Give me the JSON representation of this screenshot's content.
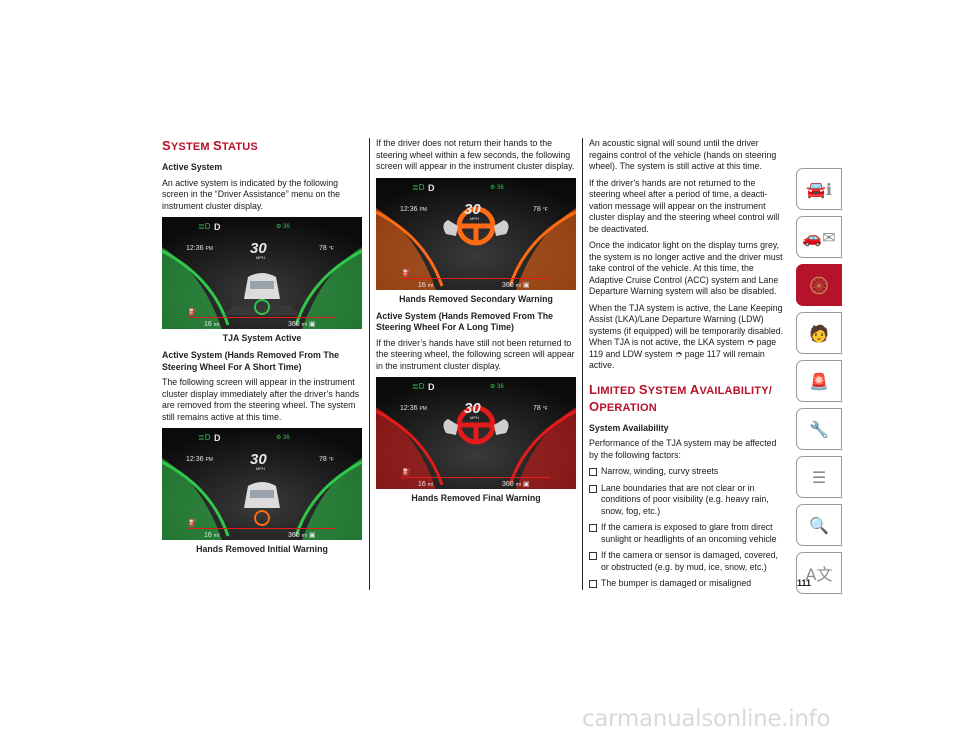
{
  "col1": {
    "section_title_cap1": "S",
    "section_title_rest1": "YSTEM ",
    "section_title_cap2": "S",
    "section_title_rest2": "TATUS",
    "sub_active": "Active System",
    "p_active": "An active system is indicated by the following screen in the “Driver Assistance” menu on the instrument cluster display.",
    "caption1": "TJA System Active",
    "sub_short": "Active System (Hands Removed From The Steering Wheel For A Short Time)",
    "p_short": "The following screen will appear in the instrument cluster display immediately after the driver’s hands are removed from the steering wheel. The system still remains active at this time.",
    "caption2": "Hands Removed Initial Warning"
  },
  "col2": {
    "p_intro": "If the driver does not return their hands to the steering wheel within a few seconds, the following screen will appear in the instrument cluster display.",
    "caption1": "Hands Removed Secondary Warning",
    "sub_long": "Active System (Hands Removed From The Steering Wheel For A Long Time)",
    "p_long": "If the driver’s hands have still not been returned to the steering wheel, the following screen will appear in the instrument cluster display.",
    "caption2": "Hands Removed Final Warning"
  },
  "col3": {
    "p1": "An acoustic signal will sound until the driver regains control of the vehicle (hands on steering wheel). The system is still active at this time.",
    "p2": "If the driver’s hands are not returned to the steering wheel after a period of time, a deacti-vation message will appear on the instrument cluster display and the steering wheel control will be deactivated.",
    "p3": "Once the indicator light on the display turns grey, the system is no longer active and the driver must take control of the vehicle. At this time, the Adaptive Cruise Control (ACC) system and Lane Departure Warning system will also be disabled.",
    "p4_a": "When the TJA system is active, the Lane Keeping Assist (LKA)/Lane Departure Warning (LDW) systems (if equipped) will be temporarily disabled. When TJA is not active, the LKA system",
    "p4_ref1": "page 119",
    "p4_b": "and LDW system",
    "p4_ref2": "page 117",
    "p4_c": "will remain active.",
    "section2_cap1": "L",
    "section2_rest1": "IMITED ",
    "section2_cap2": "S",
    "section2_rest2": "YSTEM ",
    "section2_cap3": "A",
    "section2_rest3": "VAILABILITY/",
    "section2_cap4": "O",
    "section2_rest4": "PERATION",
    "sub_avail": "System Availability",
    "p_avail": "Performance of the TJA system may be affected by the following factors:",
    "bullets": [
      "Narrow, winding, curvy streets",
      "Lane boundaries that are not clear or in conditions of poor visibility (e.g. heavy rain, snow, fog, etc.)",
      "If the camera is exposed to glare from direct sunlight or headlights of an oncoming vehicle",
      "If the camera or sensor is damaged, covered, or obstructed (e.g. by mud, ice, snow, etc.)",
      "The bumper is damaged or misaligned"
    ]
  },
  "cluster": {
    "gear": "D",
    "time": "12:36",
    "ampm": "PM",
    "speed": "30",
    "speed_unit": "MPH",
    "temp": "78",
    "temp_unit": "°F",
    "set_speed": "36",
    "range": "16",
    "range_unit": "mi",
    "odometer": "360",
    "odo_unit": "mi"
  },
  "page_number": "111",
  "watermark": "carmanualsonline.info",
  "colors": {
    "accent": "#b5122b",
    "tjaGreen": "#2fc84a",
    "warnOrange": "#ff6a14",
    "warnRed": "#e31b1b"
  },
  "sidetabs": [
    {
      "icon": "car-info-icon",
      "active": false
    },
    {
      "icon": "safety-envelope-icon",
      "active": false
    },
    {
      "icon": "steering-wheel-icon",
      "active": true
    },
    {
      "icon": "driving-person-icon",
      "active": false
    },
    {
      "icon": "emergency-car-icon",
      "active": false
    },
    {
      "icon": "service-car-icon",
      "active": false
    },
    {
      "icon": "specifications-list-icon",
      "active": false
    },
    {
      "icon": "search-index-icon",
      "active": false
    },
    {
      "icon": "multilingual-icon",
      "active": false
    }
  ]
}
